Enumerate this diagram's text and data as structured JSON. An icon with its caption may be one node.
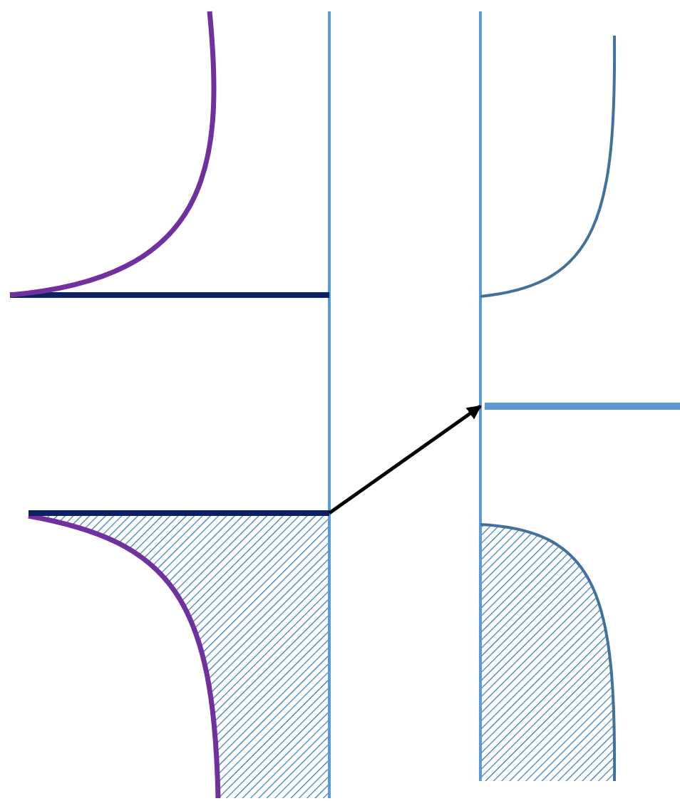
{
  "diagram": {
    "nodes": [
      {
        "text": [],
        "shape": "bar"
      },
      {
        "text": [],
        "shape": "bar"
      }
    ],
    "edges": [
      {
        "from": 0,
        "to": 1,
        "arrow": "to"
      }
    ]
  }
}
